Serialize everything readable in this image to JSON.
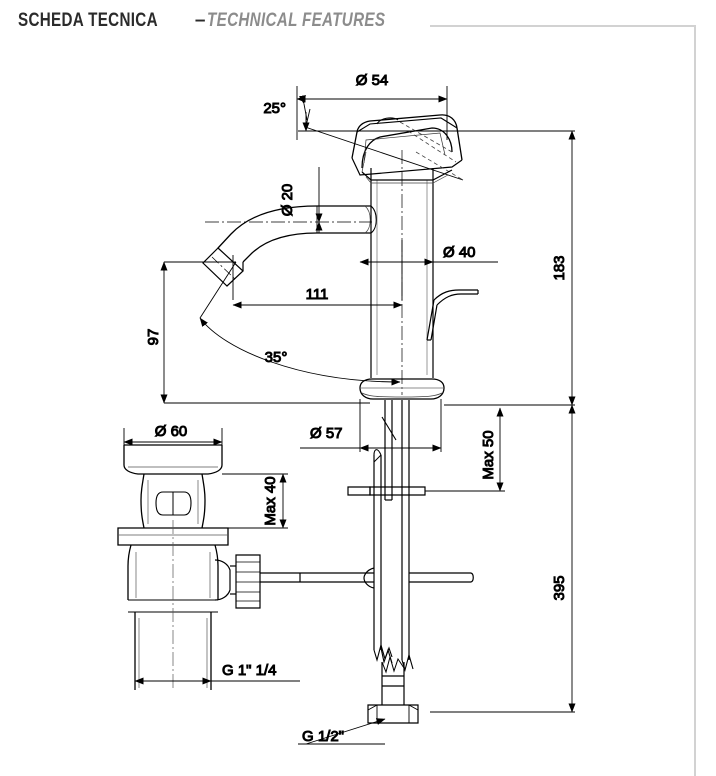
{
  "header": {
    "title_it": "SCHEDA TECNICA",
    "separator": "–",
    "title_en": "TECHNICAL FEATURES"
  },
  "drawing": {
    "description": "Technical dimensional drawing of a single-lever basin mixer tap with pop-up waste assembly",
    "dimensions": {
      "cap_diameter": "Ø 54",
      "handle_angle": "25°",
      "spout_diameter": "Ø 20",
      "body_diameter": "Ø 40",
      "spout_height": "97",
      "spout_reach": "111",
      "spout_angle": "35°",
      "total_height": "183",
      "base_diameter": "Ø 57",
      "max_worktop": "Max 50",
      "hose_length": "395",
      "waste_flange_diameter": "Ø 60",
      "waste_max_height": "Max 40",
      "waste_thread": "G 1\" 1/4",
      "supply_thread": "G 1/2\""
    }
  },
  "colors": {
    "line": "#000000",
    "frame": "#d2d2d2",
    "title_dark": "#2b2b2b",
    "title_gray": "#8c8c8c"
  }
}
